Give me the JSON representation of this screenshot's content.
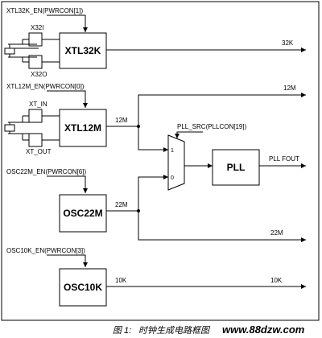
{
  "diagram": {
    "xtl32k_en": "XTL32K_EN(PWRCON[1])",
    "xtl12m_en": "XTL12M_EN(PWRCON[0])",
    "osc22m_en": "OSC22M_EN(PWRCON[6])",
    "osc10k_en": "OSC10K_EN(PWRCON[3])",
    "pll_src": "PLL_SRC(PLLCON[19])",
    "blocks": {
      "xtl32k": "XTL32K",
      "xtl12m": "XTL12M",
      "osc22m": "OSC22M",
      "osc10k": "OSC10K",
      "pll": "PLL"
    },
    "pins": {
      "x32i": "X32I",
      "x32o": "X32O",
      "xt_in": "XT_IN",
      "xt_out": "XT_OUT"
    },
    "signals": {
      "out_32k": "32K",
      "out_12m": "12M",
      "xtl12m_out": "12M",
      "osc22m_out": "22M",
      "out_22m": "22M",
      "pll_fout": "PLL FOUT",
      "osc10k_out": "10K",
      "out_10k": "10K"
    },
    "mux": {
      "in1": "1",
      "in0": "0"
    }
  },
  "caption": {
    "prefix": "图 1:",
    "title": "时钟生成电路框图",
    "site": "www.88dzw.com"
  }
}
